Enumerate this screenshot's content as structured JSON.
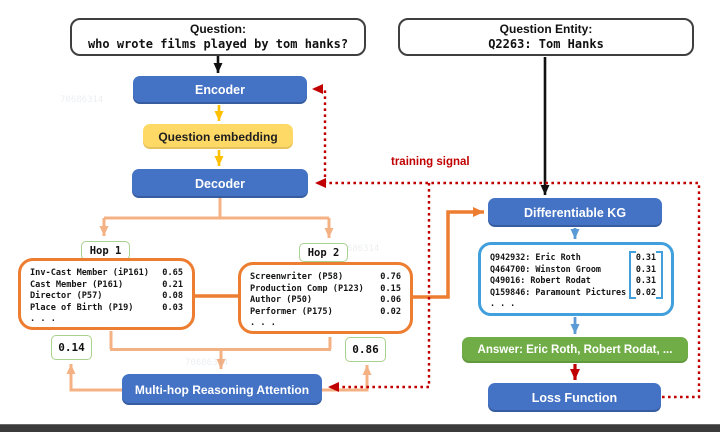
{
  "question_box": {
    "title": "Question:",
    "text": "who wrote films played by tom hanks?"
  },
  "entity_box": {
    "title": "Question Entity:",
    "text": "Q2263: Tom Hanks"
  },
  "nodes": {
    "encoder": "Encoder",
    "question_embedding": "Question embedding",
    "decoder": "Decoder",
    "differentiable_kg": "Differentiable KG",
    "multihop_attention": "Multi-hop Reasoning Attention",
    "answer": "Answer: Eric Roth, Robert Rodat, ...",
    "loss_function": "Loss Function",
    "training_signal": "training signal"
  },
  "hop1": {
    "label": "Hop 1",
    "weight": "0.14",
    "rows": [
      {
        "relation": "Inv-Cast Member (iP161)",
        "score": "0.65"
      },
      {
        "relation": "Cast Member (P161)",
        "score": "0.21"
      },
      {
        "relation": "Director (P57)",
        "score": "0.08"
      },
      {
        "relation": "Place of Birth (P19)",
        "score": "0.03"
      }
    ],
    "ellipsis": ". . ."
  },
  "hop2": {
    "label": "Hop 2",
    "weight": "0.86",
    "rows": [
      {
        "relation": "Screenwriter (P58)",
        "score": "0.76"
      },
      {
        "relation": "Production Comp (P123)",
        "score": "0.15"
      },
      {
        "relation": "Author (P50)",
        "score": "0.06"
      },
      {
        "relation": "Performer (P175)",
        "score": "0.02"
      }
    ],
    "ellipsis": ". . ."
  },
  "kg_entities": {
    "rows": [
      {
        "entity": "Q942932: Eric Roth",
        "score": "0.31"
      },
      {
        "entity": "Q464700: Winston Groom",
        "score": "0.31"
      },
      {
        "entity": "Q49016: Robert Rodat",
        "score": "0.31"
      },
      {
        "entity": "Q159846: Paramount Pictures",
        "score": "0.02"
      }
    ],
    "ellipsis": ". . ."
  },
  "colors": {
    "node_blue": "#4472C4",
    "embed_yellow": "#FFD966",
    "answer_green": "#70AD47",
    "hop_orange": "#ED7D31",
    "light_orange": "#F4B183",
    "kg_blue": "#41A0DC",
    "arrow_blue": "#5B9BD5",
    "arrow_gold": "#FFC000",
    "signal_red": "#C00000",
    "tag_green": "#A9D18E"
  },
  "watermark": {
    "text": "70686314"
  }
}
